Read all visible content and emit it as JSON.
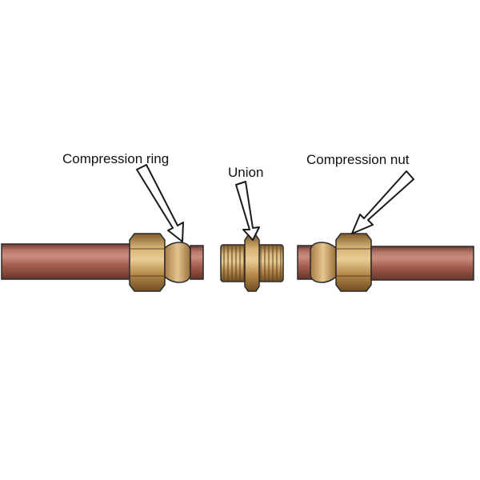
{
  "labels": {
    "compression_ring": "Compression ring",
    "union": "Union",
    "compression_nut": "Compression nut"
  },
  "colors": {
    "pipe_copper": "#a05a4c",
    "brass": "#c49a5a",
    "outline": "#2a2a2a",
    "background": "#ffffff"
  }
}
